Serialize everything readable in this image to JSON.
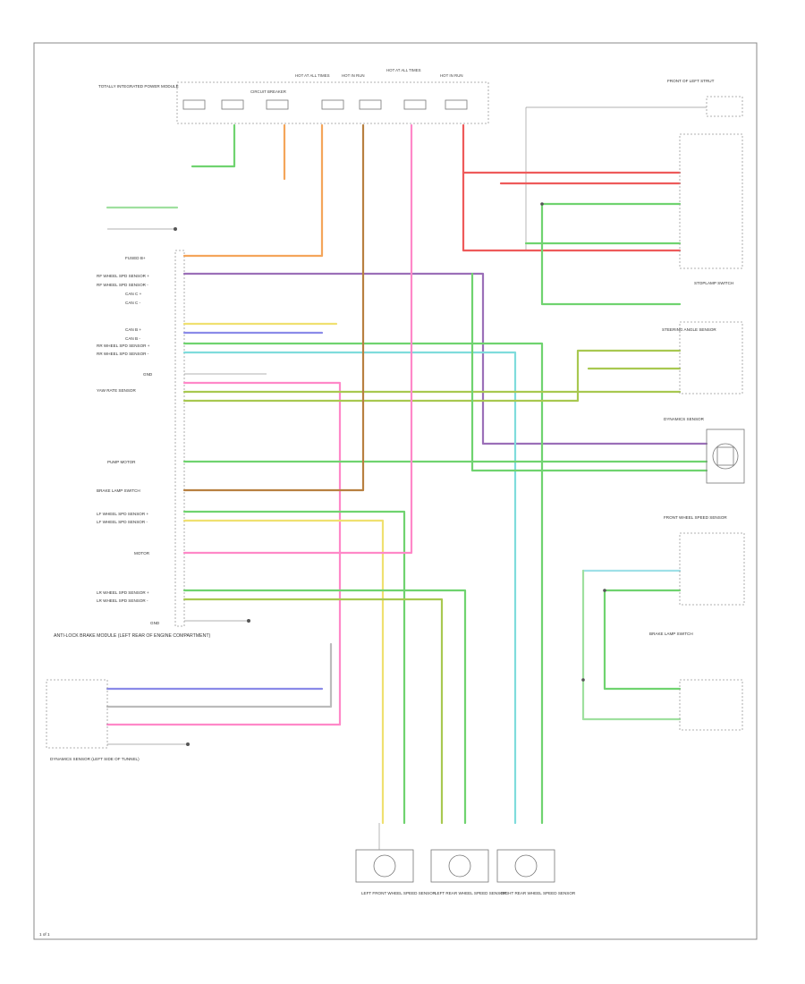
{
  "colors": {
    "green": "#6fd36f",
    "orange": "#f4a55a",
    "red": "#ee5a5a",
    "pink": "#ff88c8",
    "lightgreen": "#9fe09f",
    "violet": "#9b6fb8",
    "blue": "#8a8ae8",
    "cyan": "#7fdcdc",
    "yellow": "#f0e070",
    "brown": "#b88040",
    "olive": "#a8c850",
    "gray": "#9a9a9a"
  },
  "header": {
    "top_left_block": "TOTALLY INTEGRATED POWER MODULE",
    "hot_at_all_times_1": "HOT AT ALL TIMES",
    "hot_at_all_times_2": "HOT IN RUN",
    "hot_at_all_times_3": "HOT AT ALL TIMES",
    "hot_at_all_times_4": "HOT IN RUN",
    "fuse_label": "CIRCUIT BREAKER",
    "top_right_block": "FRONT OF LEFT STRUT"
  },
  "left_labels": [
    "FUSED B+",
    "RF WHEEL SPD SENSOR +",
    "RF WHEEL SPD SENSOR -",
    "CAN C +",
    "CAN C -",
    "CAN B +",
    "CAN B -",
    "RR WHEEL SPD SENSOR +",
    "RR WHEEL SPD SENSOR -",
    "GND",
    "YAW RATE SENSOR",
    "PUMP MOTOR",
    "BRAKE LAMP SWITCH",
    "LF WHEEL SPD SENSOR +",
    "LF WHEEL SPD SENSOR -",
    "MOTOR",
    "LR WHEEL SPD SENSOR +",
    "LR WHEEL SPD SENSOR -",
    "GND"
  ],
  "module_name": "ANTI-LOCK BRAKE MODULE (LEFT REAR OF ENGINE COMPARTMENT)",
  "right_components": {
    "splice_group": "BRAKE LAMP SWITCH",
    "stoplamp": "STOPLAMP SWITCH",
    "yaw": "DYNAMICS SENSOR",
    "steering": "STEERING ANGLE SENSOR",
    "front_wheel": "FRONT WHEEL SPEED SENSOR"
  },
  "bottom_left_block": "DYNAMICS SENSOR (LEFT SIDE OF TUNNEL)",
  "wheel_sensors": [
    {
      "name": "LEFT FRONT WHEEL SPEED SENSOR"
    },
    {
      "name": "LEFT REAR WHEEL SPEED SENSOR"
    },
    {
      "name": "RIGHT REAR WHEEL SPEED SENSOR"
    }
  ],
  "page_ref": "1 of 1"
}
